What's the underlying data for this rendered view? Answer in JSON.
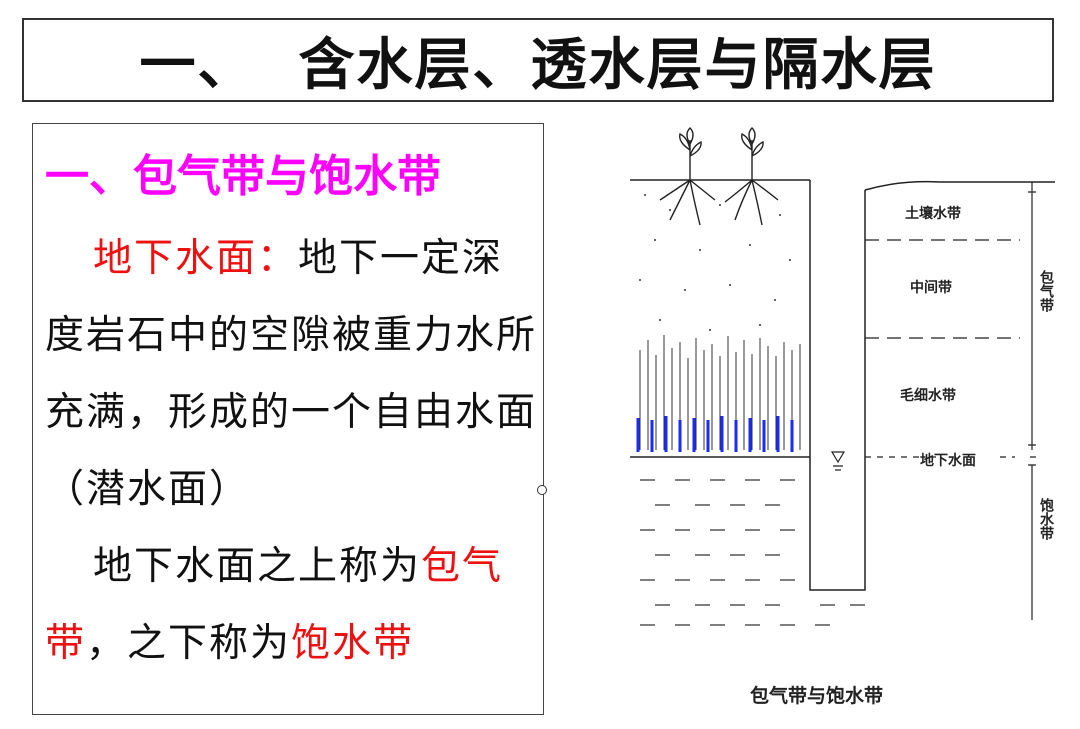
{
  "slide": {
    "title": "一、  含水层、透水层与隔水层",
    "heading": "一、包气带与饱水带",
    "para1": {
      "term": "地下水面：",
      "definition": "地下一定深度岩石中的空隙被重力水所充满，形成的一个自由水面（潜水面）"
    },
    "para2": {
      "prefix": "地下水面之上称为",
      "term_above": "包气带",
      "middle": "，之下称为",
      "term_below": "饱水带"
    }
  },
  "diagram": {
    "zone_labels": {
      "soil_water": "土壤水带",
      "intermediate": "中间带",
      "capillary": "毛细水带",
      "water_table": "地下水面"
    },
    "side_labels": {
      "vadose": "包气带",
      "saturated": "饱水带"
    },
    "caption": "包气带与饱水带",
    "colors": {
      "capillary_water": "#1a2bff"
    }
  }
}
